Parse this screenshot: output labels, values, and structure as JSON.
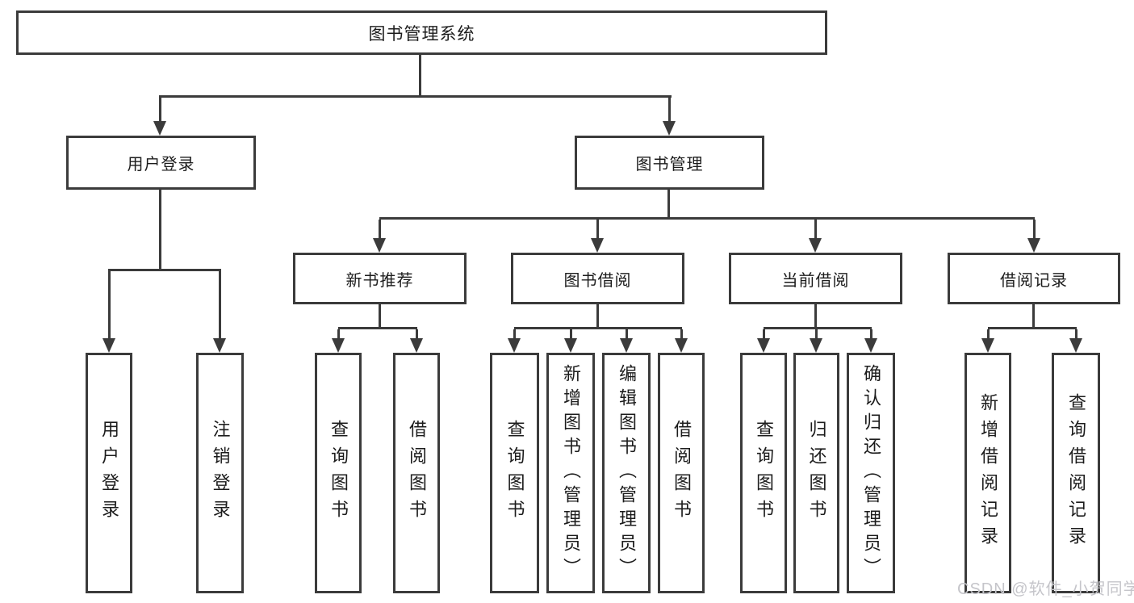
{
  "tree": {
    "root": {
      "label": "图书管理系统"
    },
    "branches": [
      {
        "label": "用户登录",
        "children": [
          {
            "label": "用户登录"
          },
          {
            "label": "注销登录"
          }
        ]
      },
      {
        "label": "图书管理",
        "children": [
          {
            "label": "新书推荐",
            "children": [
              {
                "label": "查询图书"
              },
              {
                "label": "借阅图书"
              }
            ]
          },
          {
            "label": "图书借阅",
            "children": [
              {
                "label": "查询图书"
              },
              {
                "label": "新增图书（管理员）"
              },
              {
                "label": "编辑图书（管理员）"
              },
              {
                "label": "借阅图书"
              }
            ]
          },
          {
            "label": "当前借阅",
            "children": [
              {
                "label": "查询图书"
              },
              {
                "label": "归还图书"
              },
              {
                "label": "确认归还（管理员）"
              }
            ]
          },
          {
            "label": "借阅记录",
            "children": [
              {
                "label": "新增借阅记录"
              },
              {
                "label": "查询借阅记录"
              }
            ]
          }
        ]
      }
    ]
  },
  "watermark": {
    "text": "CSDN @软件_小贺同学"
  },
  "colors": {
    "line": "#3b3b3b",
    "text": "#1c1c1c",
    "watermark": "#c5c5ca",
    "background": "#ffffff"
  }
}
